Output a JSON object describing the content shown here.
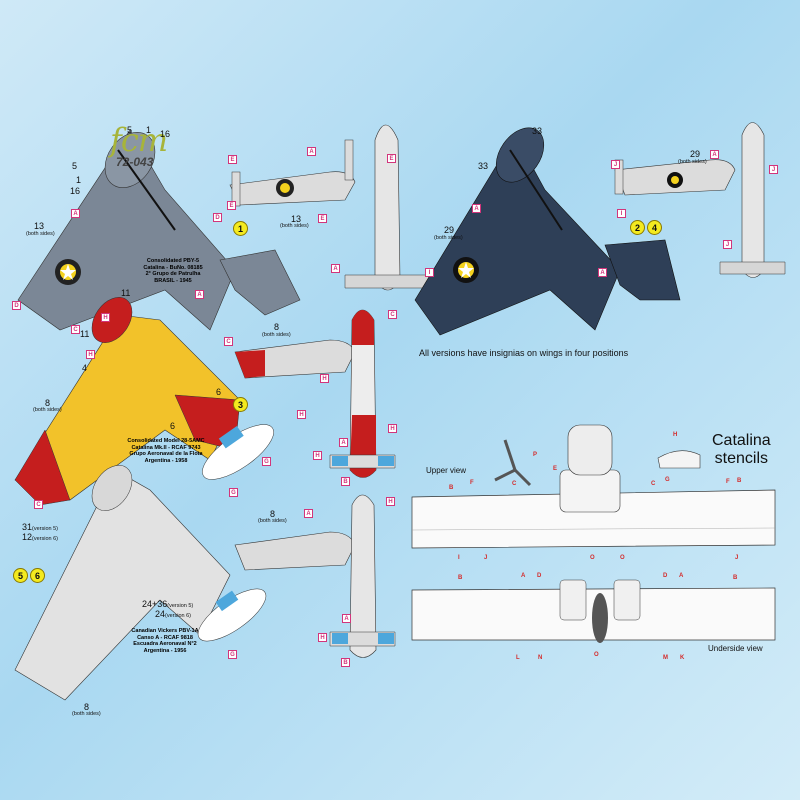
{
  "logo": {
    "brand": "fcm",
    "code": "72-043"
  },
  "note": "All versions have insignias on wings in four positions",
  "stencils": {
    "title_line1": "Catalina",
    "title_line2": "stencils",
    "upper_view": "Upper view",
    "underside_view": "Underside view"
  },
  "versions": {
    "v1": {
      "badge": "1",
      "caption": [
        "Consolidated PBY-5",
        "Catalina - BuNo. 08185",
        "2° Grupo de Patrulha",
        "BRASIL - 1945"
      ]
    },
    "v2": {
      "badges": [
        "2",
        "4"
      ]
    },
    "v3": {
      "badge": "3",
      "caption": [
        "Consolidated Model 28-5AMC",
        "Catalina Mk.II - RCAF 9743",
        "Grupo Aeronaval de la Flota",
        "Argentina - 1958"
      ]
    },
    "v5": {
      "badges": [
        "5",
        "6"
      ],
      "caption": [
        "Canadian Vickers PBV-1A",
        "Canso A - RCAF 9818",
        "Escuadra Aeronaval N°2",
        "Argentina - 1956"
      ]
    }
  },
  "labels": {
    "n5a": "5",
    "n1a": "1",
    "n16a": "16",
    "n5b": "5",
    "n1b": "1",
    "n16b": "16",
    "n13": "13",
    "both": "(both sides)",
    "n13b": "13",
    "n33a": "33",
    "n33b": "33",
    "n29a": "29",
    "n29b": "29",
    "n11a": "11",
    "n11b": "11",
    "n4": "4",
    "n6a": "6",
    "n6b": "6",
    "n8a": "8",
    "n8b": "8",
    "n8c": "8",
    "n8d": "8",
    "n31": "31",
    "v5": "(version 5)",
    "n12": "12",
    "v6": "(version 6)",
    "n2436": "24+36",
    "n24": "24"
  },
  "decal_letters": [
    "A",
    "B",
    "C",
    "D",
    "E",
    "F",
    "G",
    "H",
    "I",
    "J",
    "K",
    "L",
    "M",
    "N",
    "O",
    "P"
  ],
  "colors": {
    "accent_tag": "#d2357b",
    "badge_yellow": "#f4ea1f",
    "brazil_grey": "#7b8796",
    "navy": "#2e3f57",
    "argentine_yellow": "#f2c22a",
    "argentine_red": "#c51e1e",
    "light_grey": "#dcdcdc",
    "stencil_red": "#d42a2a"
  }
}
